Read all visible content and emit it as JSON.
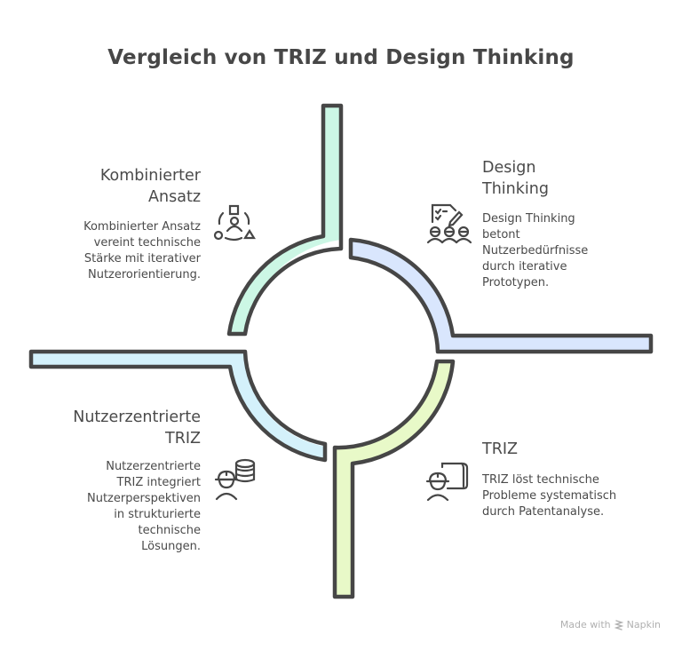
{
  "title": "Vergleich von TRIZ und Design Thinking",
  "quadrants": [
    {
      "id": "top-left",
      "heading_line1": "Kombinierter",
      "heading_line2": "Ansatz",
      "description": [
        "Kombinierter Ansatz",
        "vereint technische",
        "Stärke mit iterativer",
        "Nutzerorientierung."
      ],
      "icon": "people-shapes-icon",
      "color": "#c9f7e4"
    },
    {
      "id": "top-right",
      "heading_line1": "Design",
      "heading_line2": "Thinking",
      "description": [
        "Design Thinking",
        "betont",
        "Nutzerbedürfnisse",
        "durch iterative",
        "Prototypen."
      ],
      "icon": "team-checklist-icon",
      "color": "#d9e6fd"
    },
    {
      "id": "bottom-left",
      "heading_line1": "Nutzerzentrierte",
      "heading_line2": "TRIZ",
      "description": [
        "Nutzerzentrierte",
        "TRIZ integriert",
        "Nutzerperspektiven",
        "in strukturierte",
        "technische",
        "Lösungen."
      ],
      "icon": "engineer-database-icon",
      "color": "#d4f1fb"
    },
    {
      "id": "bottom-right",
      "heading_line1": "TRIZ",
      "heading_line2": "",
      "description": [
        "TRIZ löst technische",
        "Probleme systematisch",
        "durch Patentanalyse."
      ],
      "icon": "engineer-blueprint-icon",
      "color": "#e8f9c8"
    }
  ],
  "stroke_color": "#464646",
  "footer": {
    "made_with": "Made with",
    "brand": "Napkin"
  }
}
